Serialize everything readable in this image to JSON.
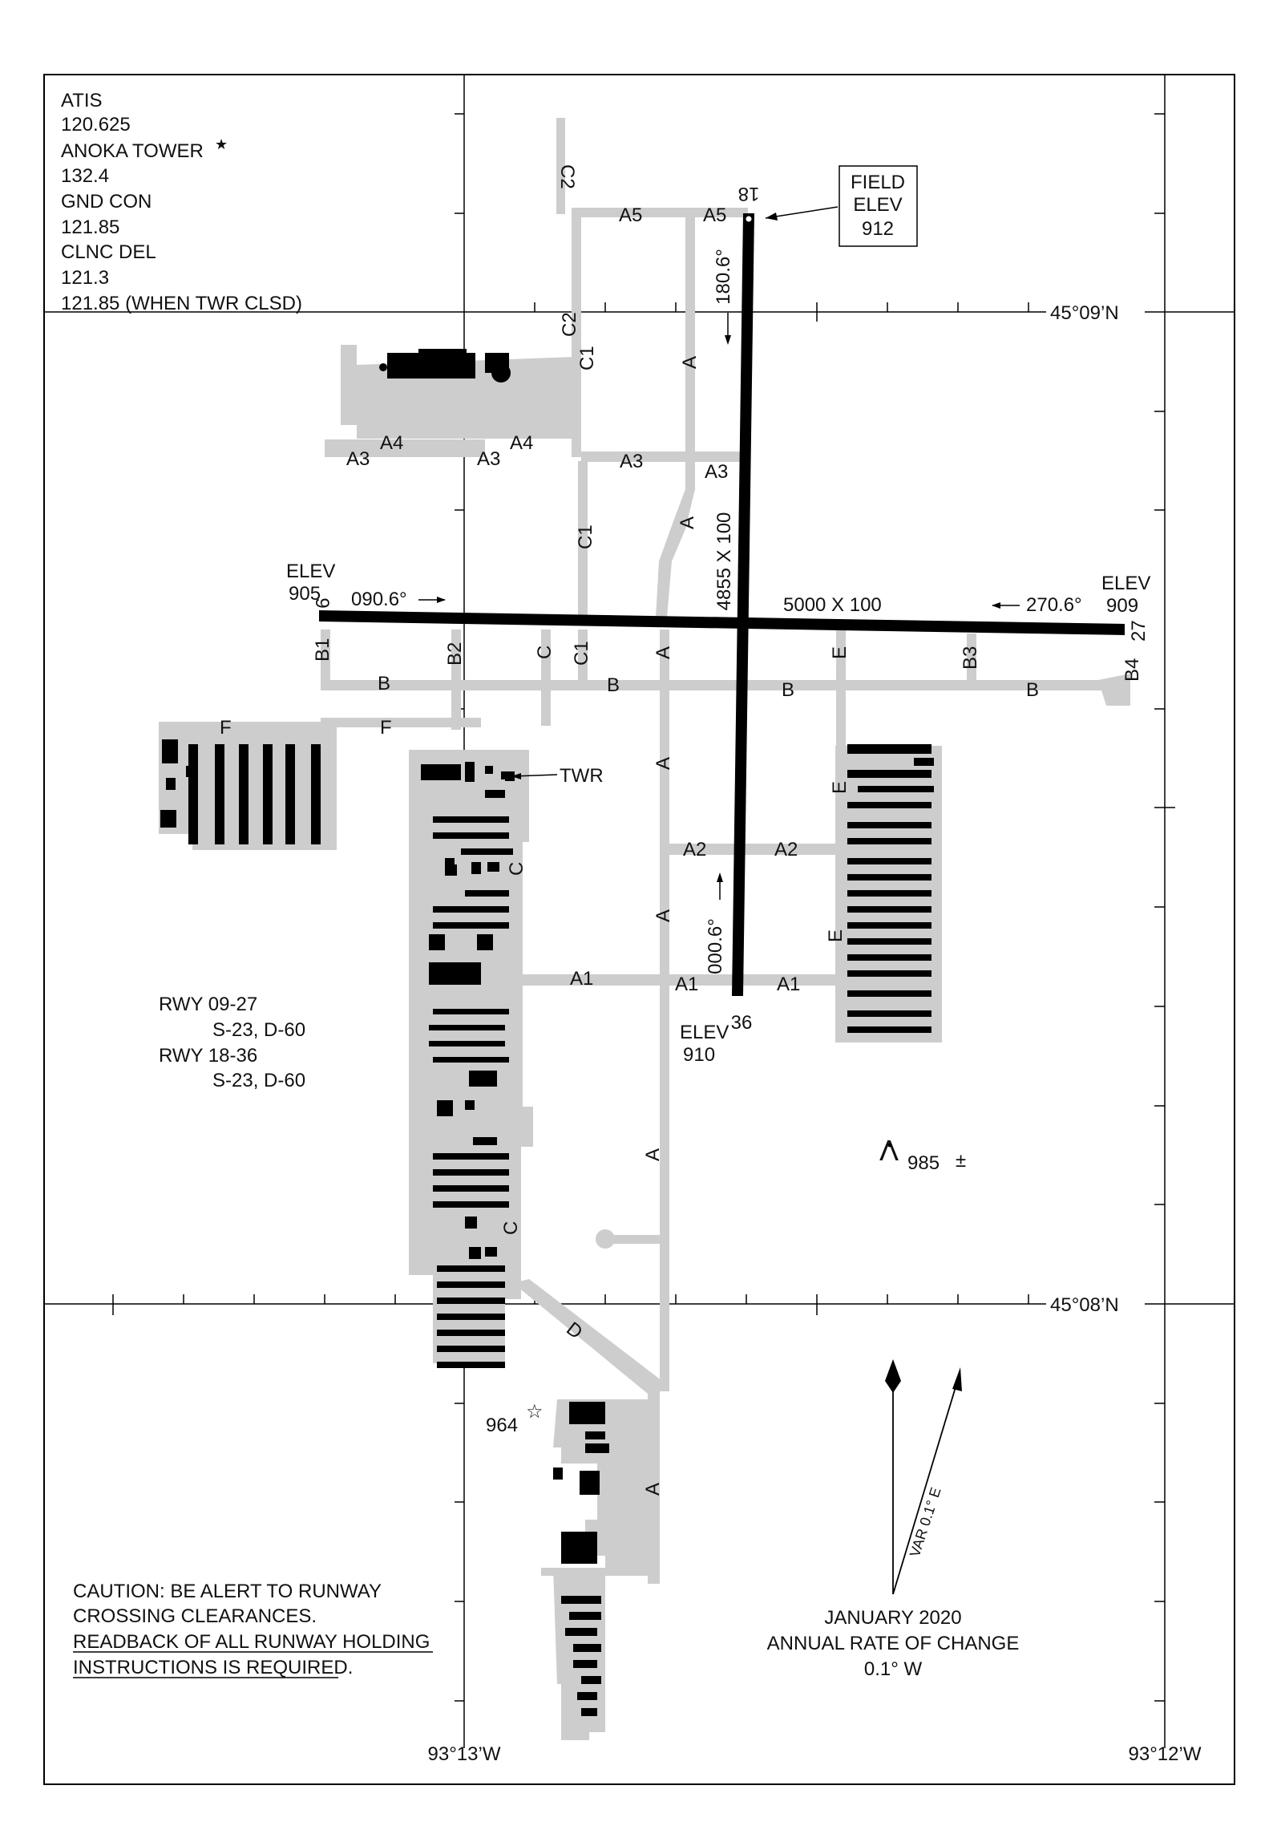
{
  "comm": {
    "atis_label": "ATIS",
    "atis_freq": "120.625",
    "tower_label": "ANOKA TOWER",
    "tower_freq": "132.4",
    "gnd_label": "GND CON",
    "gnd_freq": "121.85",
    "clnc_label": "CLNC DEL",
    "clnc_freq": "121.3",
    "clnc_alt": "121.85 (WHEN TWR CLSD)"
  },
  "field_elev": {
    "line1": "FIELD",
    "line2": "ELEV",
    "value": "912"
  },
  "lat_top": "45°09’N",
  "lat_bottom": "45°08’N",
  "lon_left": "93°13’W",
  "lon_right": "93°12’W",
  "rwy_0927": {
    "dims": "5000 X 100",
    "end_west": "9",
    "end_east": "27",
    "hdg_west": "090.6°",
    "hdg_east": "270.6°",
    "elev_label": "ELEV",
    "elev_west": "905",
    "elev_east": "909"
  },
  "rwy_1836": {
    "dims": "4855 X 100",
    "end_north": "18",
    "end_south": "36",
    "hdg_north": "180.6°",
    "hdg_south": "000.6°",
    "elev_label": "ELEV",
    "elev_south": "910"
  },
  "taxiways": {
    "A": "A",
    "A1": "A1",
    "A2": "A2",
    "A3": "A3",
    "A4": "A4",
    "A5": "A5",
    "B": "B",
    "B1": "B1",
    "B2": "B2",
    "B3": "B3",
    "B4": "B4",
    "C": "C",
    "C1": "C1",
    "C2": "C2",
    "D": "D",
    "E": "E",
    "F": "F"
  },
  "tower_marker": "TWR",
  "obstacle_elev": "985",
  "obstacle_pm": "±",
  "spot_elev": "964",
  "strength": {
    "rwy1": "RWY 09-27",
    "rwy1_val": "S-23, D-60",
    "rwy2": "RWY 18-36",
    "rwy2_val": "S-23, D-60"
  },
  "caution": {
    "line1": "CAUTION:  BE ALERT TO RUNWAY",
    "line2": "CROSSING CLEARANCES.",
    "line3": "READBACK OF ALL RUNWAY HOLDING",
    "line4": "INSTRUCTIONS IS REQUIRED."
  },
  "var_label": "VAR 0.1° E",
  "magvar": {
    "date": "JANUARY 2020",
    "line2": "ANNUAL RATE OF CHANGE",
    "value": "0.1° W"
  }
}
